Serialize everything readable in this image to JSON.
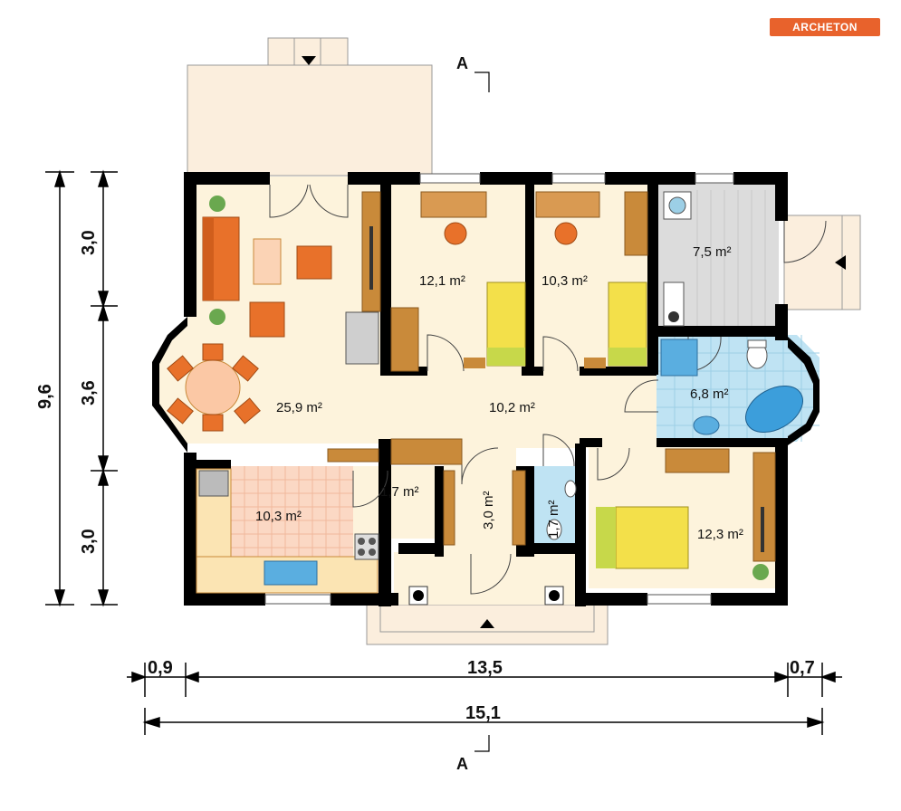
{
  "brand": {
    "logo_text": "ARCHETON"
  },
  "rooms": {
    "living": {
      "area": "25,9 m²"
    },
    "bedroom1": {
      "area": "12,1 m²"
    },
    "bedroom2": {
      "area": "10,3 m²"
    },
    "bathroom_upper": {
      "area": "7,5 m²"
    },
    "bathroom_main": {
      "area": "6,8 m²"
    },
    "hall": {
      "area": "10,2 m²"
    },
    "kitchen": {
      "area": "10,3 m²"
    },
    "pantry": {
      "area": "1,7 m²"
    },
    "vestibule": {
      "area": "3,0 m²"
    },
    "wc": {
      "area": "1,7 m²"
    },
    "bedroom3": {
      "area": "12,3 m²"
    }
  },
  "dimensions": {
    "left_total": "9,6",
    "left_top": "3,0",
    "left_mid": "3,6",
    "left_bottom": "3,0",
    "bottom_left": "0,9",
    "bottom_mid": "13,5",
    "bottom_right": "0,7",
    "bottom_total": "15,1"
  },
  "section": {
    "top_label": "A",
    "bottom_label": "A"
  },
  "colors": {
    "wall": "#000000",
    "floor": "#fdf3dc",
    "tile_blue": "#bfe3f3",
    "tile_kitchen": "#fbd8c4",
    "tile_grey": "#dcdcdc",
    "terrace": "#fbeedd",
    "furniture_orange": "#e8712a",
    "furniture_wood": "#c98a3a",
    "bed_yellow": "#f3e04a",
    "logo": "#e8622c"
  }
}
